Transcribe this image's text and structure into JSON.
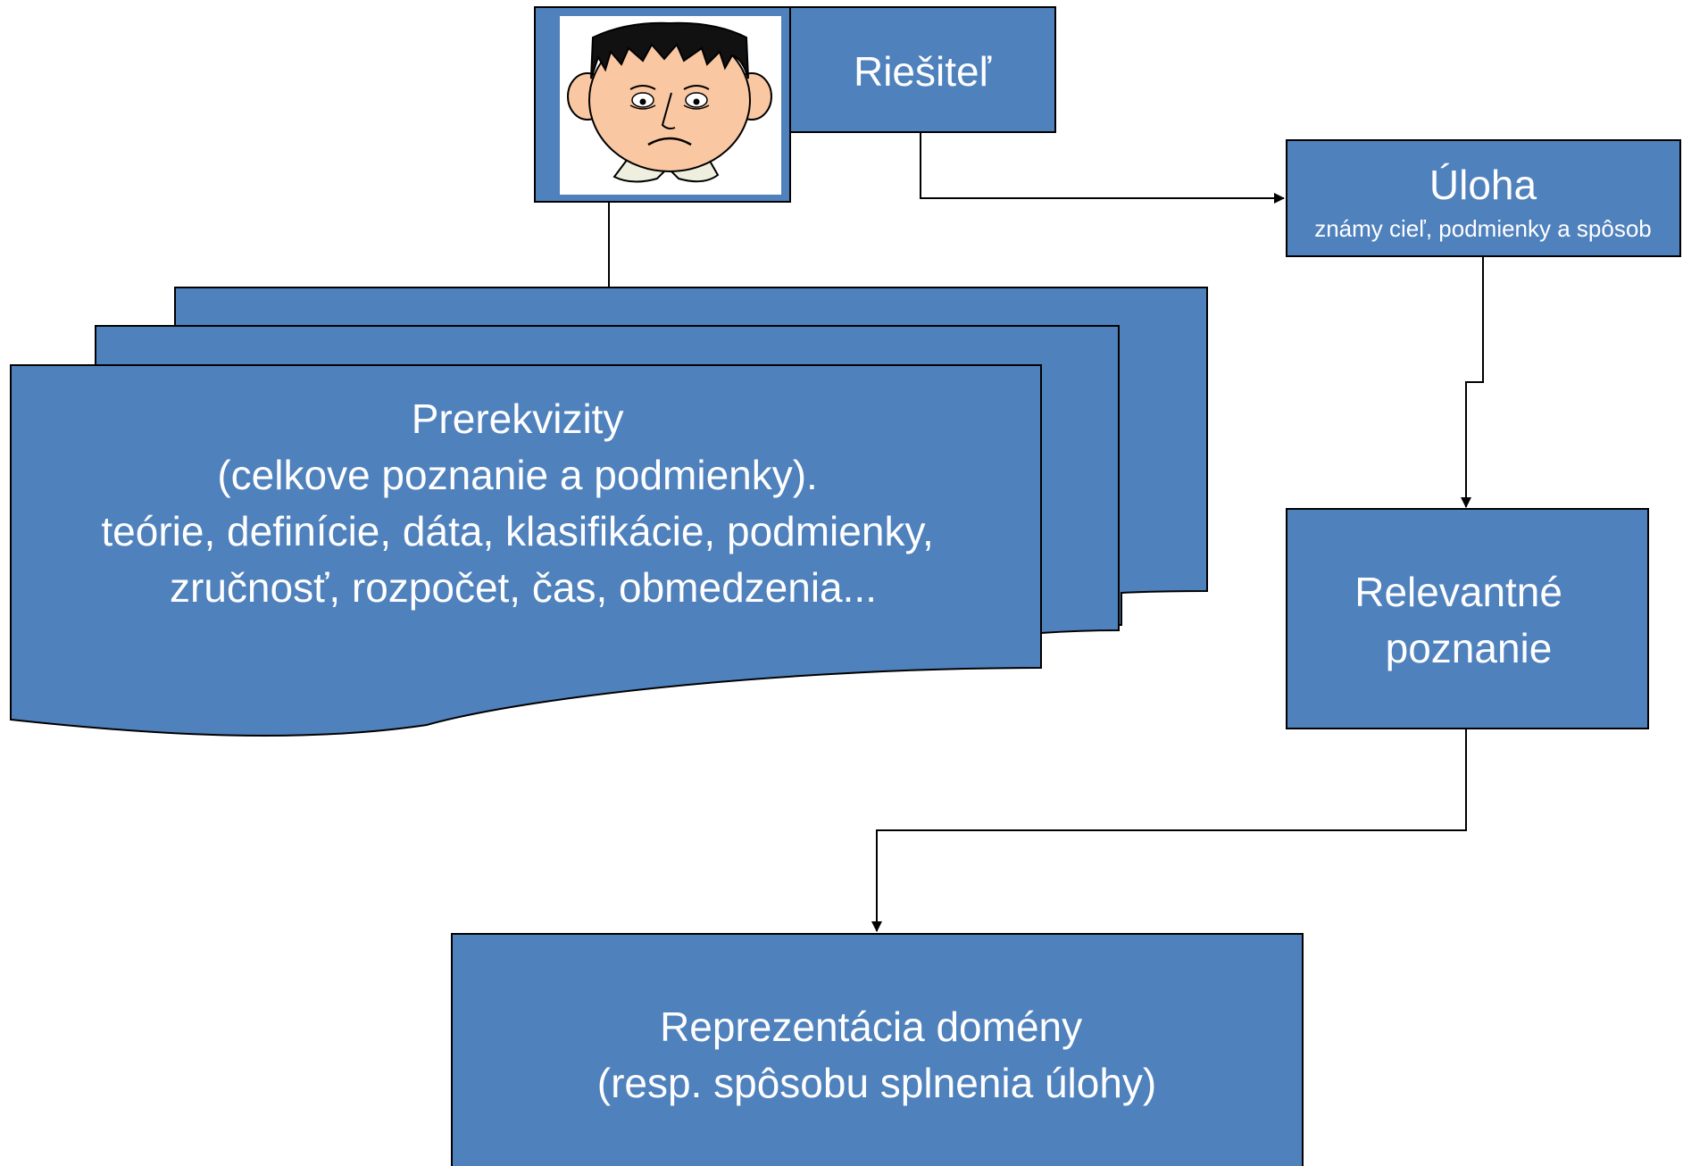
{
  "colors": {
    "box_fill": "#4f81bd",
    "box_stroke": "#000000",
    "connector": "#000000",
    "text": "#ffffff"
  },
  "solver": {
    "label": "Riešiteľ",
    "avatar_icon": "worried-face-cartoon-icon"
  },
  "task": {
    "title": "Úloha",
    "subtitle": "známy cieľ, podmienky a spôsob"
  },
  "prerequisites": {
    "lines": [
      "Prerekvizity",
      "(celkove poznanie a podmienky).",
      "teórie, definície, dáta, klasifikácie, podmienky,",
      "zručnosť, rozpočet, čas, obmedzenia..."
    ]
  },
  "relevant_knowledge": {
    "lines": [
      "Relevantné",
      "poznanie"
    ]
  },
  "domain_representation": {
    "lines": [
      "Reprezentácia domény",
      "(resp. spôsobu splnenia úlohy)"
    ]
  }
}
